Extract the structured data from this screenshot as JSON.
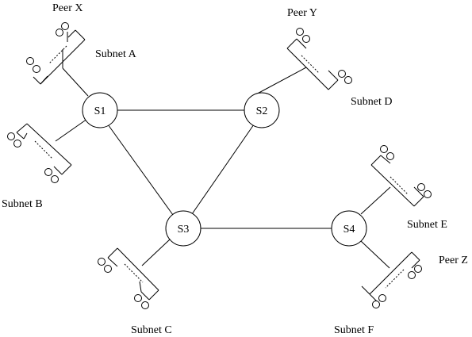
{
  "nodes": [
    {
      "id": "S1",
      "label": "S1"
    },
    {
      "id": "S2",
      "label": "S2"
    },
    {
      "id": "S3",
      "label": "S3"
    },
    {
      "id": "S4",
      "label": "S4"
    }
  ],
  "links": [
    {
      "from": "S1",
      "to": "S2"
    },
    {
      "from": "S1",
      "to": "S3"
    },
    {
      "from": "S2",
      "to": "S3"
    },
    {
      "from": "S3",
      "to": "S4"
    }
  ],
  "subnets": [
    {
      "id": "A",
      "label": "Subnet A",
      "attached_to": "S1",
      "peer": "Peer X"
    },
    {
      "id": "B",
      "label": "Subnet B",
      "attached_to": "S1",
      "peer": ""
    },
    {
      "id": "C",
      "label": "Subnet C",
      "attached_to": "S3",
      "peer": ""
    },
    {
      "id": "D",
      "label": "Subnet D",
      "attached_to": "S2",
      "peer": "Peer Y"
    },
    {
      "id": "E",
      "label": "Subnet E",
      "attached_to": "S4",
      "peer": ""
    },
    {
      "id": "F",
      "label": "Subnet F",
      "attached_to": "S4",
      "peer": "Peer Z"
    }
  ]
}
